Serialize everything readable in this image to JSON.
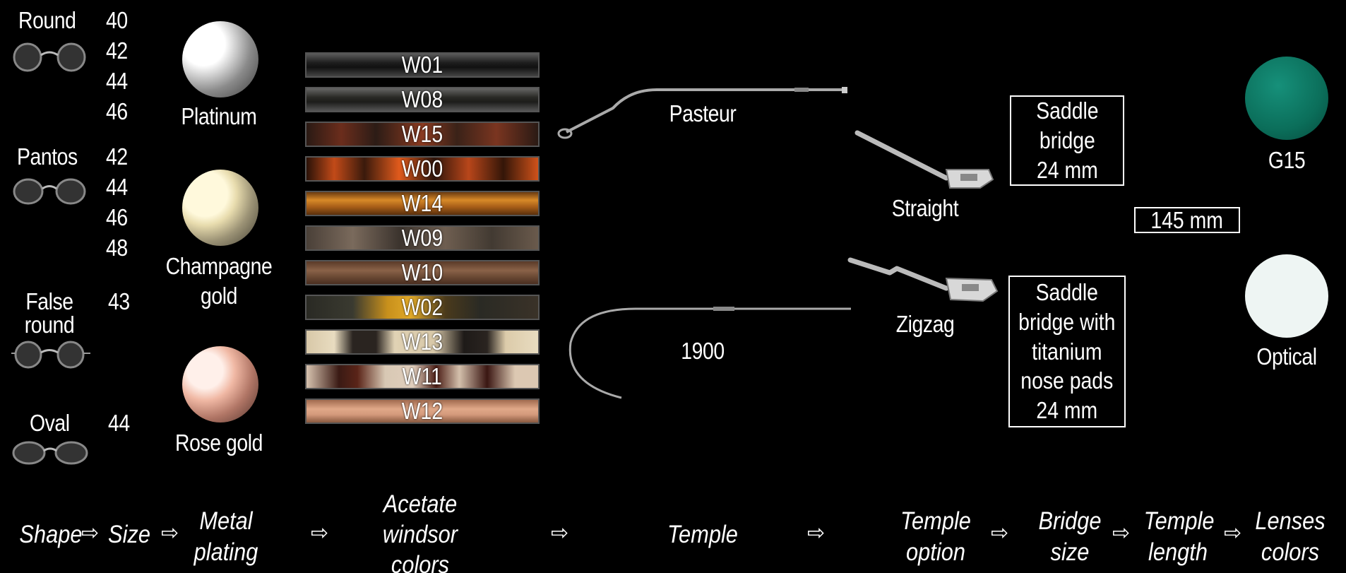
{
  "shapes": [
    {
      "label": "Round",
      "sizes": [
        "40",
        "42",
        "44",
        "46"
      ]
    },
    {
      "label": "Pantos",
      "sizes": [
        "42",
        "44",
        "46",
        "48"
      ]
    },
    {
      "label_line1": "False",
      "label_line2": "round",
      "sizes": [
        "43"
      ]
    },
    {
      "label": "Oval",
      "sizes": [
        "44"
      ]
    }
  ],
  "metal_platings": [
    "Platinum",
    "Champagne",
    "gold",
    "Rose gold"
  ],
  "acetate_colors": [
    "W01",
    "W08",
    "W15",
    "W00",
    "W14",
    "W09",
    "W10",
    "W02",
    "W13",
    "W11",
    "W12"
  ],
  "temples": [
    "Pasteur",
    "1900"
  ],
  "temple_options": [
    "Straight",
    "Zigzag"
  ],
  "bridges": [
    {
      "lines": [
        "Saddle",
        "bridge",
        "24 mm"
      ]
    },
    {
      "lines": [
        "Saddle",
        "bridge with",
        "titanium",
        "nose pads",
        "24 mm"
      ]
    }
  ],
  "temple_length": "145 mm",
  "lenses": [
    {
      "label": "G15",
      "color": "#0c7a64"
    },
    {
      "label": "Optical",
      "color": "#eef5f3"
    }
  ],
  "flow": {
    "shape": "Shape",
    "size": "Size",
    "metal_1": "Metal",
    "metal_2": "plating",
    "acetate_1": "Acetate",
    "acetate_2": "windsor",
    "acetate_3": "colors",
    "temple": "Temple",
    "option_1": "Temple",
    "option_2": "option",
    "bridge_1": "Bridge",
    "bridge_2": "size",
    "length_1": "Temple",
    "length_2": "length",
    "lenses_1": "Lenses",
    "lenses_2": "colors",
    "arrow": "⇨"
  }
}
